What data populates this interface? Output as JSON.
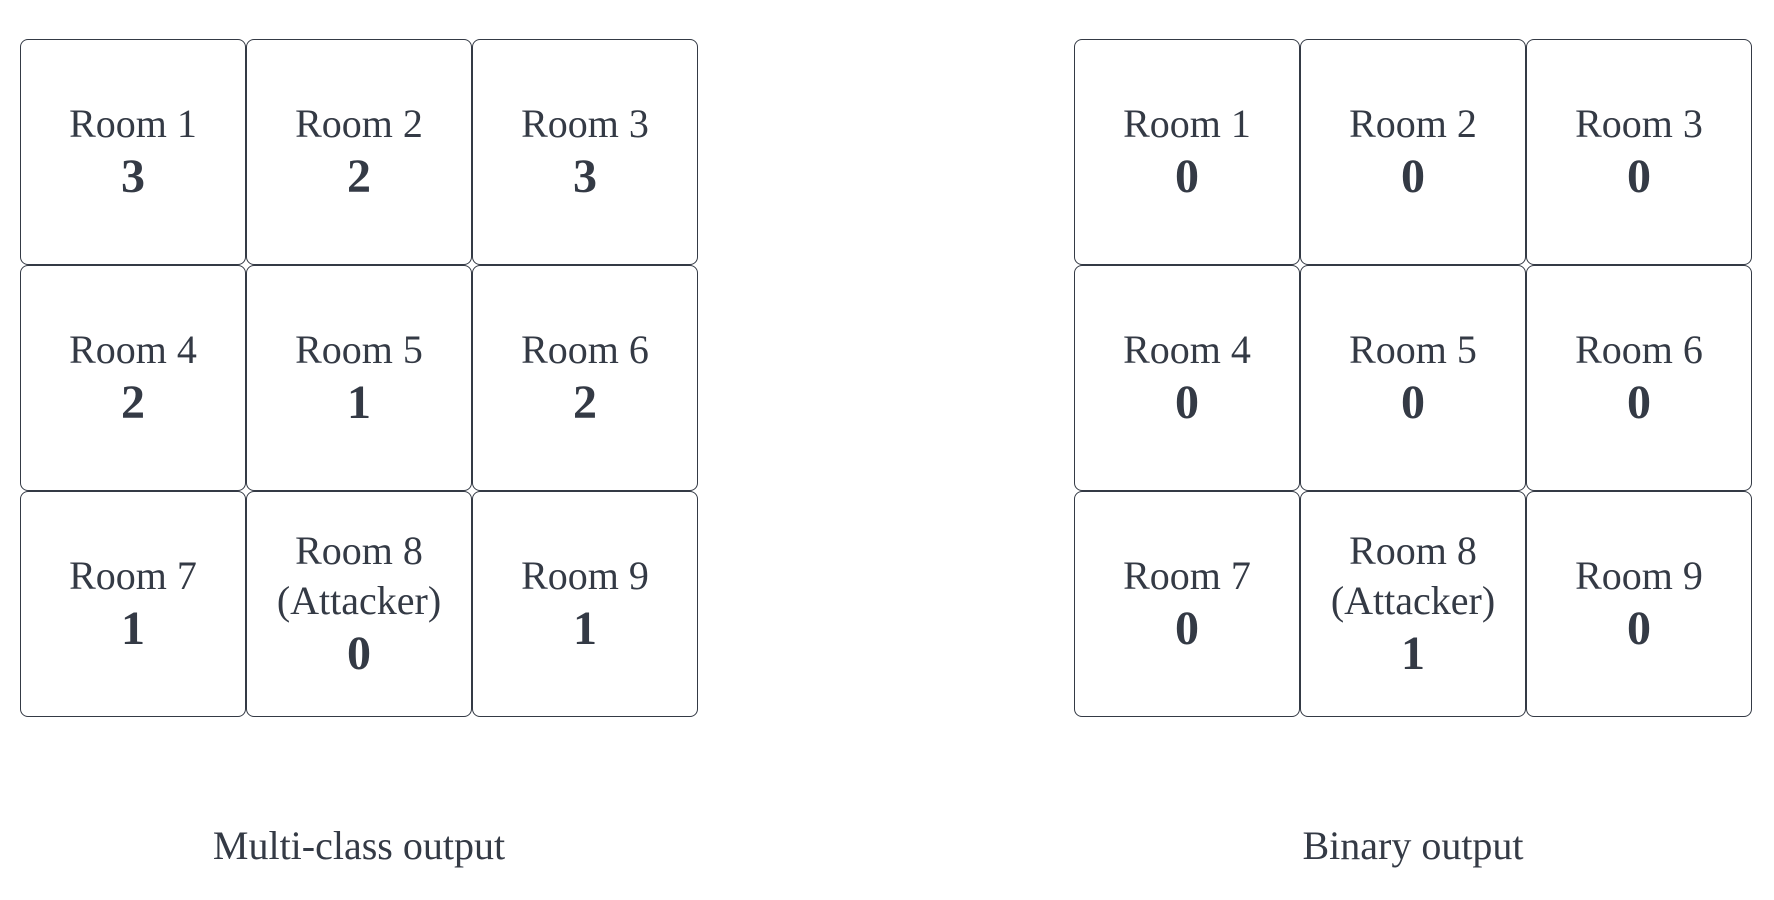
{
  "panels": [
    {
      "caption": "Multi-class output",
      "rooms": [
        {
          "name": "Room 1",
          "sub": "",
          "value": "3"
        },
        {
          "name": "Room 2",
          "sub": "",
          "value": "2"
        },
        {
          "name": "Room 3",
          "sub": "",
          "value": "3"
        },
        {
          "name": "Room 4",
          "sub": "",
          "value": "2"
        },
        {
          "name": "Room 5",
          "sub": "",
          "value": "1"
        },
        {
          "name": "Room 6",
          "sub": "",
          "value": "2"
        },
        {
          "name": "Room 7",
          "sub": "",
          "value": "1"
        },
        {
          "name": "Room 8",
          "sub": "(Attacker)",
          "value": "0"
        },
        {
          "name": "Room 9",
          "sub": "",
          "value": "1"
        }
      ]
    },
    {
      "caption": "Binary output",
      "rooms": [
        {
          "name": "Room 1",
          "sub": "",
          "value": "0"
        },
        {
          "name": "Room 2",
          "sub": "",
          "value": "0"
        },
        {
          "name": "Room 3",
          "sub": "",
          "value": "0"
        },
        {
          "name": "Room 4",
          "sub": "",
          "value": "0"
        },
        {
          "name": "Room 5",
          "sub": "",
          "value": "0"
        },
        {
          "name": "Room 6",
          "sub": "",
          "value": "0"
        },
        {
          "name": "Room 7",
          "sub": "",
          "value": "0"
        },
        {
          "name": "Room 8",
          "sub": "(Attacker)",
          "value": "1"
        },
        {
          "name": "Room 9",
          "sub": "",
          "value": "0"
        }
      ]
    }
  ]
}
